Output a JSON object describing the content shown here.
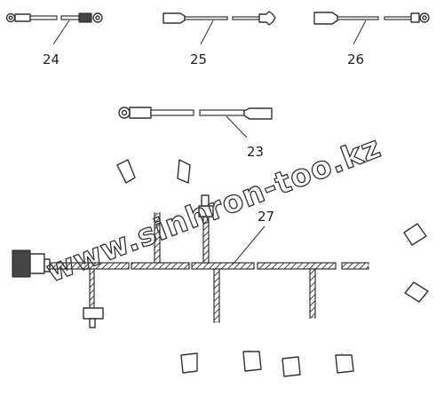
{
  "diagram": {
    "watermark": "www.sinhron-too.kz",
    "callouts": {
      "p23": "23",
      "p24": "24",
      "p25": "25",
      "p26": "26",
      "p27": "27"
    }
  },
  "colors": {
    "ink": "#333333",
    "background": "#ffffff"
  }
}
